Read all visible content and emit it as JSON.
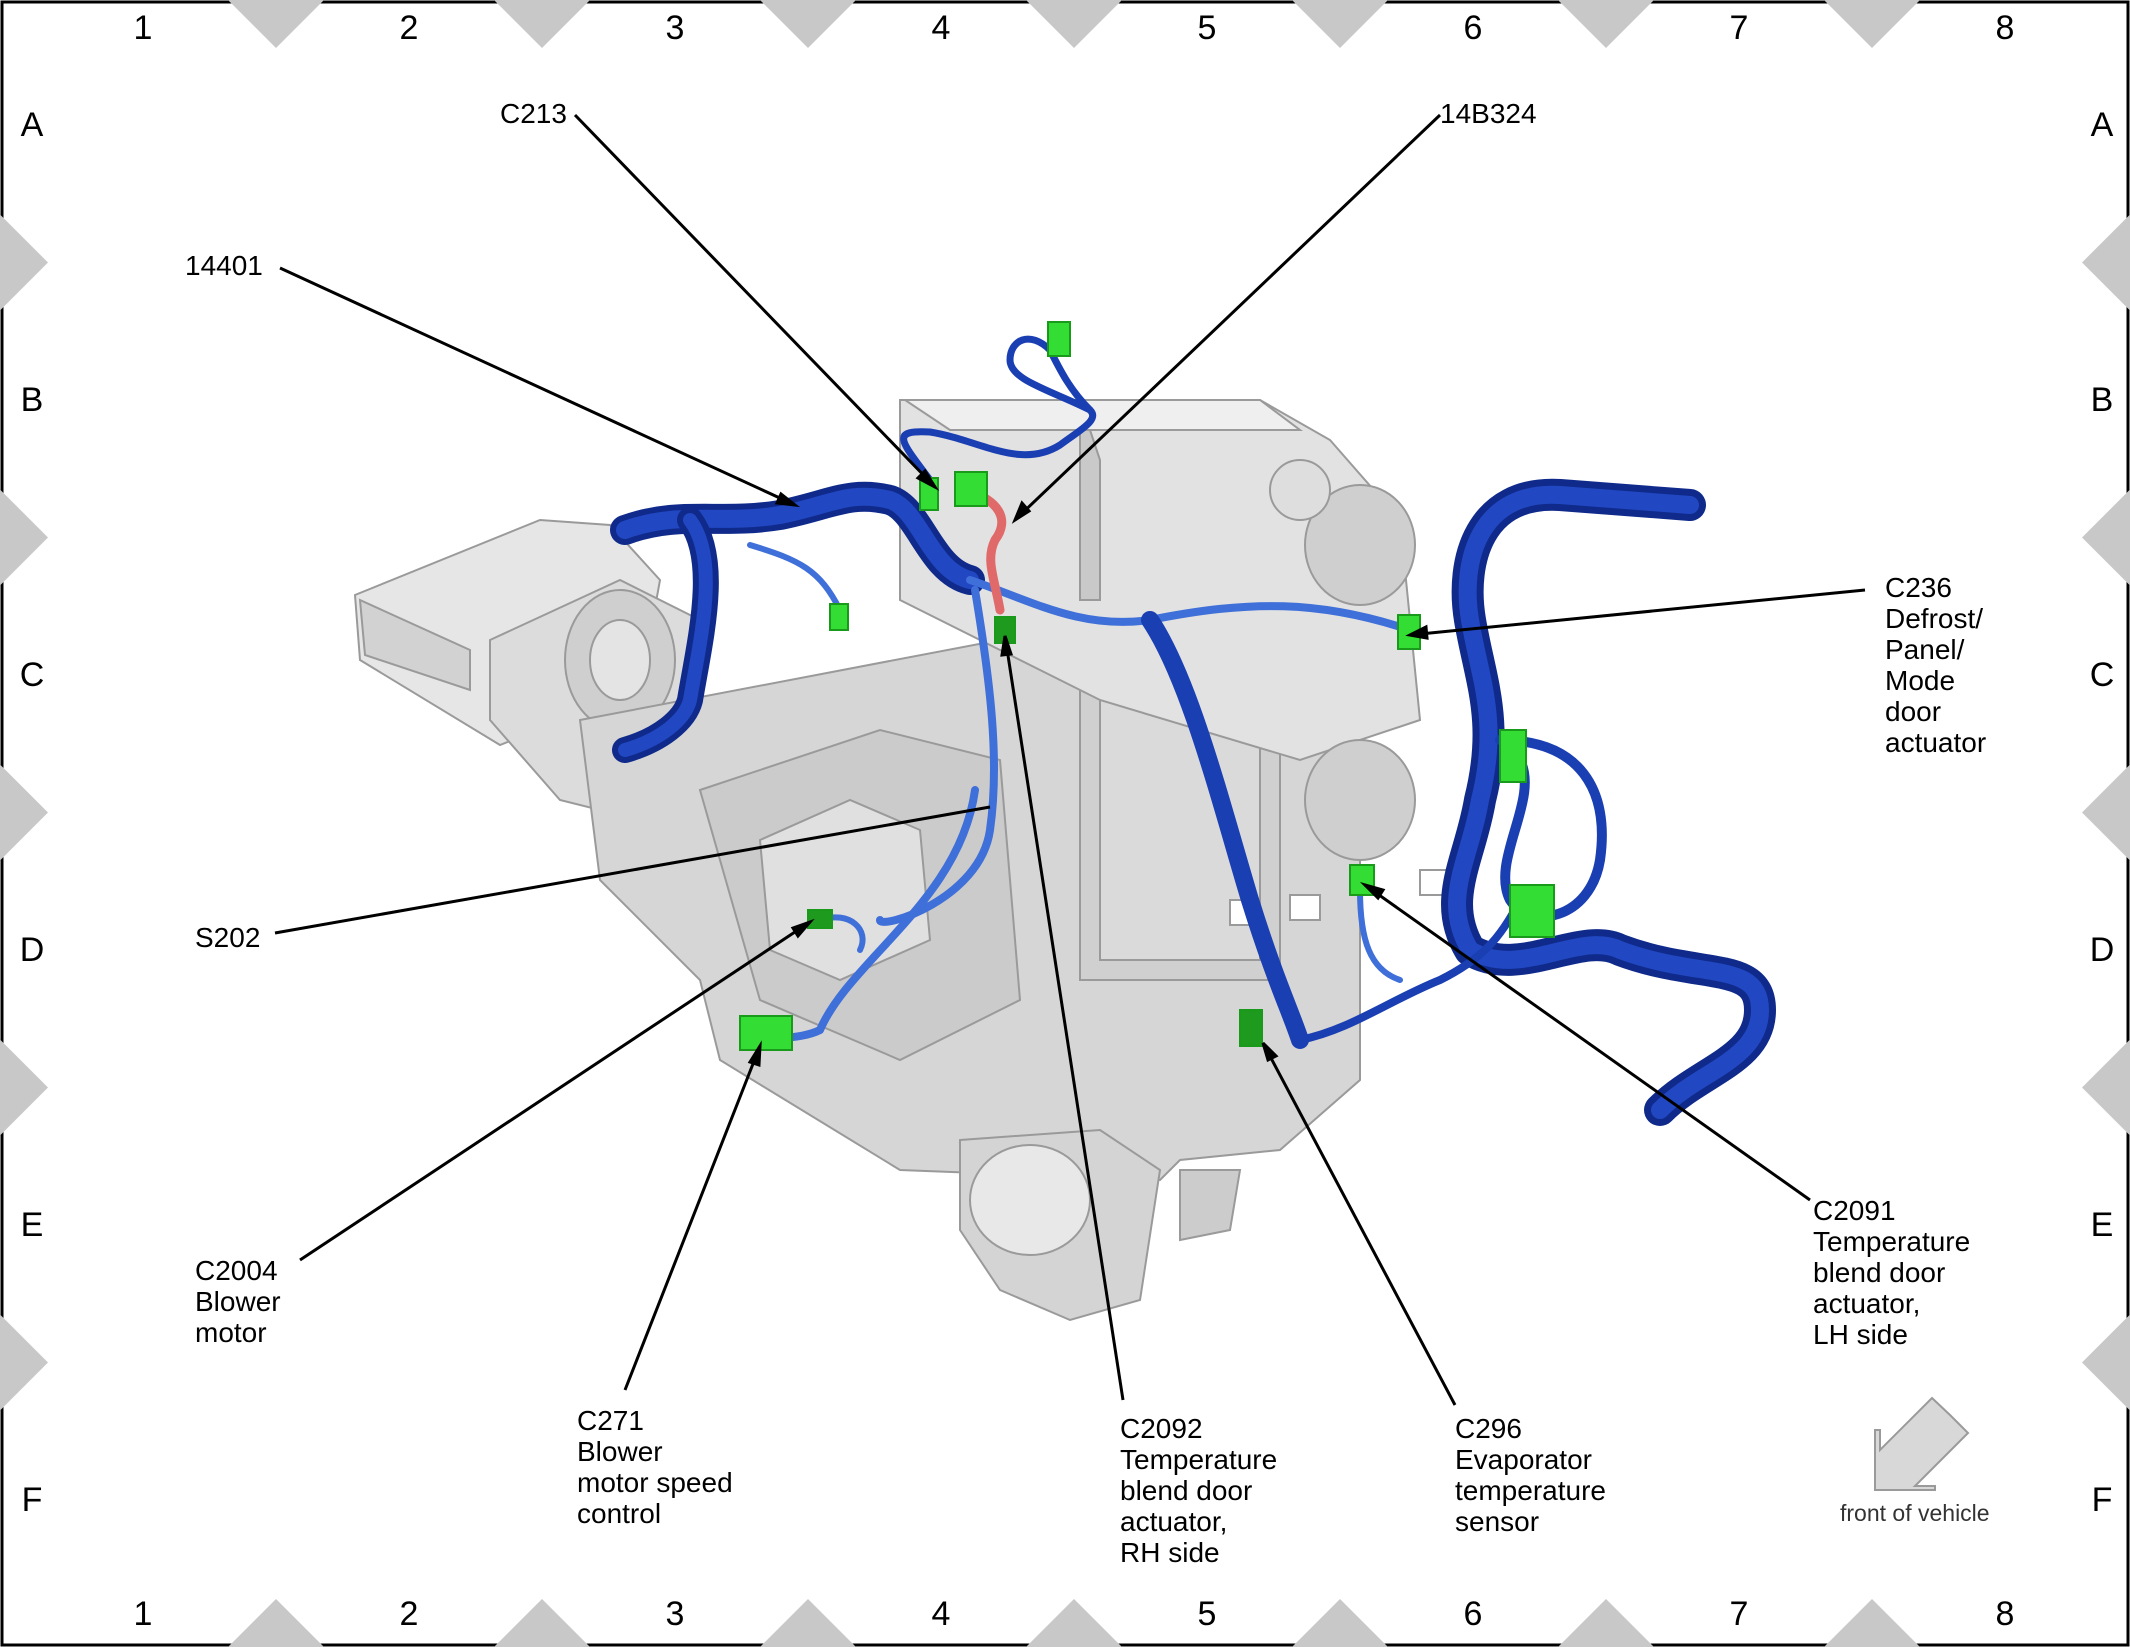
{
  "grid": {
    "columns": [
      "1",
      "2",
      "3",
      "4",
      "5",
      "6",
      "7",
      "8"
    ],
    "rows": [
      "A",
      "B",
      "C",
      "D",
      "E",
      "F"
    ]
  },
  "callouts": {
    "c213": [
      "C213"
    ],
    "p14b324": [
      "14B324"
    ],
    "p14401": [
      "14401"
    ],
    "c236": [
      "C236",
      "Defrost/",
      "Panel/",
      "Mode",
      "door",
      "actuator"
    ],
    "s202": [
      "S202"
    ],
    "c2004": [
      "C2004",
      "Blower",
      "motor"
    ],
    "c271": [
      "C271",
      "Blower",
      "motor speed",
      "control"
    ],
    "c2092": [
      "C2092",
      "Temperature",
      "blend door",
      "actuator,",
      "RH side"
    ],
    "c296": [
      "C296",
      "Evaporator",
      "temperature",
      "sensor"
    ],
    "c2091": [
      "C2091",
      "Temperature",
      "blend door",
      "actuator,",
      "LH side"
    ]
  },
  "orientation": {
    "label": "front of vehicle",
    "icon": "arrow-down-left-icon"
  },
  "colors": {
    "harness": "#1a3fb3",
    "harness_dark": "#0f2a8a",
    "harness_light": "#3f6fd8",
    "connector": "#33dd33",
    "connector_dark": "#1a9a1a",
    "red_lead": "#e06a6a",
    "housing": "#d9d9d9",
    "housing_edge": "#9a9a9a",
    "marker": "#c8c8c8"
  }
}
